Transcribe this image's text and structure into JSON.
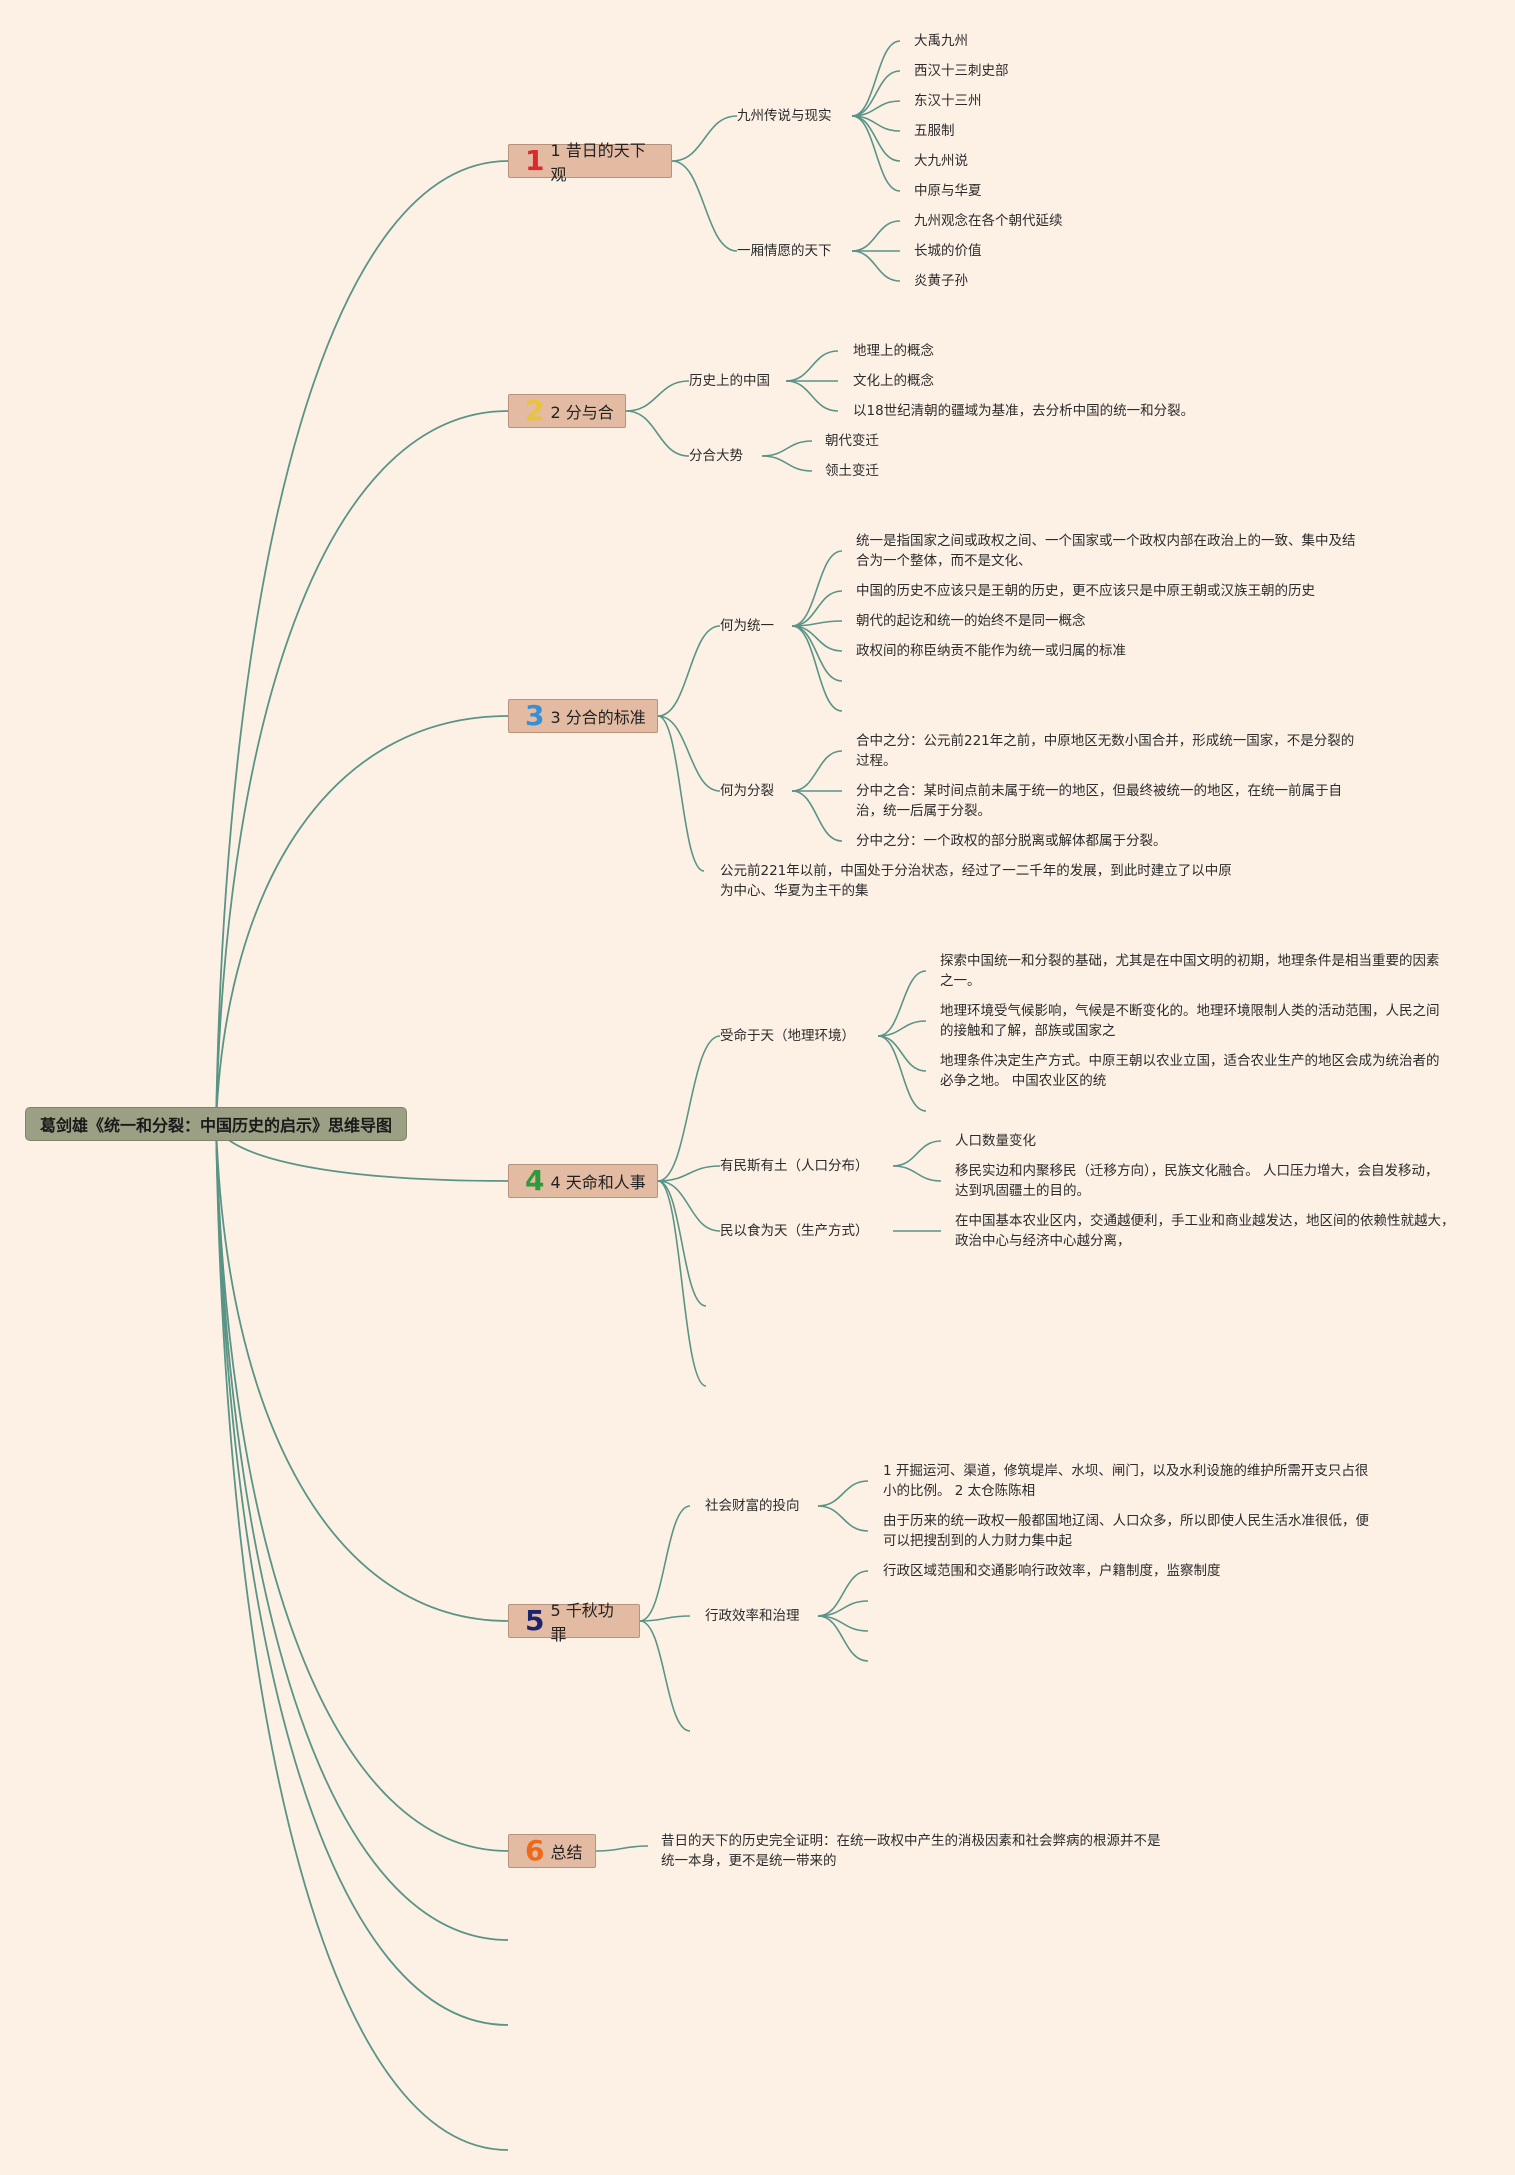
{
  "root": {
    "label": "葛剑雄《统一和分裂：中国历史的启示》思维导图"
  },
  "edge_color": "#5a9486",
  "digit_colors": [
    "#d92b2b",
    "#e8c33b",
    "#3a8ed3",
    "#2e9a3b",
    "#1c2470",
    "#ee6a1a"
  ],
  "branches": [
    {
      "digit": "1",
      "label": "1 昔日的天下观",
      "children": [
        {
          "label": "九州传说与现实",
          "children": [
            "大禹九州",
            "西汉十三刺史部",
            "东汉十三州",
            "五服制",
            "大九州说",
            "中原与华夏"
          ]
        },
        {
          "label": "一厢情愿的天下",
          "children": [
            "九州观念在各个朝代延续",
            "长城的价值",
            "炎黄子孙"
          ]
        }
      ]
    },
    {
      "digit": "2",
      "label": "2 分与合",
      "children": [
        {
          "label": "历史上的中国",
          "children": [
            "地理上的概念",
            "文化上的概念",
            "以18世纪清朝的疆域为基准，去分析中国的统一和分裂。"
          ]
        },
        {
          "label": "分合大势",
          "children": [
            "朝代变迁",
            "领土变迁"
          ]
        }
      ]
    },
    {
      "digit": "3",
      "label": "3 分合的标准",
      "children": [
        {
          "label": "何为统一",
          "children": [
            "统一是指国家之间或政权之间、一个国家或一个政权内部在政治上的一致、集中及结合为一个整体，而不是文化、",
            "中国的历史不应该只是王朝的历史，更不应该只是中原王朝或汉族王朝的历史",
            "朝代的起讫和统一的始终不是同一概念",
            "政权间的称臣纳贡不能作为统一或归属的标准"
          ]
        },
        {
          "label": "何为分裂",
          "children": [
            "合中之分：公元前221年之前，中原地区无数小国合并，形成统一国家，不是分裂的过程。",
            "分中之合：某时间点前未属于统一的地区，但最终被统一的地区，在统一前属于自治，统一后属于分裂。",
            "分中之分：一个政权的部分脱离或解体都属于分裂。"
          ]
        },
        {
          "label": "公元前221年以前，中国处于分治状态，经过了一二千年的发展，到此时建立了以中原为中心、华夏为主干的集",
          "children": []
        }
      ]
    },
    {
      "digit": "4",
      "label": "4 天命和人事",
      "children": [
        {
          "label": "受命于天（地理环境）",
          "children": [
            "探索中国统一和分裂的基础，尤其是在中国文明的初期，地理条件是相当重要的因素之一。",
            "地理环境受气候影响，气候是不断变化的。地理环境限制人类的活动范围，人民之间的接触和了解，部族或国家之",
            "地理条件决定生产方式。中原王朝以农业立国，适合农业生产的地区会成为统治者的必争之地。 中国农业区的统"
          ]
        },
        {
          "label": "有民斯有土（人口分布）",
          "children": [
            "人口数量变化",
            "移民实边和内聚移民（迁移方向），民族文化融合。 人口压力增大，会自发移动，达到巩固疆土的目的。"
          ]
        },
        {
          "label": "民以食为天（生产方式）",
          "children": [
            "在中国基本农业区内，交通越便利，手工业和商业越发达，地区间的依赖性就越大，政治中心与经济中心越分离，"
          ]
        }
      ]
    },
    {
      "digit": "5",
      "label": "5 千秋功罪",
      "children": [
        {
          "label": "社会财富的投向",
          "children": [
            "1 开掘运河、渠道，修筑堤岸、水坝、闸门，以及水利设施的维护所需开支只占很小的比例。 2 太仓陈陈相",
            "由于历来的统一政权一般都国地辽阔、人口众多，所以即使人民生活水准很低，便可以把搜刮到的人力财力集中起"
          ]
        },
        {
          "label": "行政效率和治理",
          "children": [
            "行政区域范围和交通影响行政效率，户籍制度，监察制度"
          ]
        }
      ]
    },
    {
      "digit": "6",
      "label": "总结",
      "children": [
        {
          "label": "昔日的天下的历史完全证明：在统一政权中产生的消极因素和社会弊病的根源并不是统一本身，更不是统一带来的",
          "children": []
        }
      ]
    }
  ]
}
